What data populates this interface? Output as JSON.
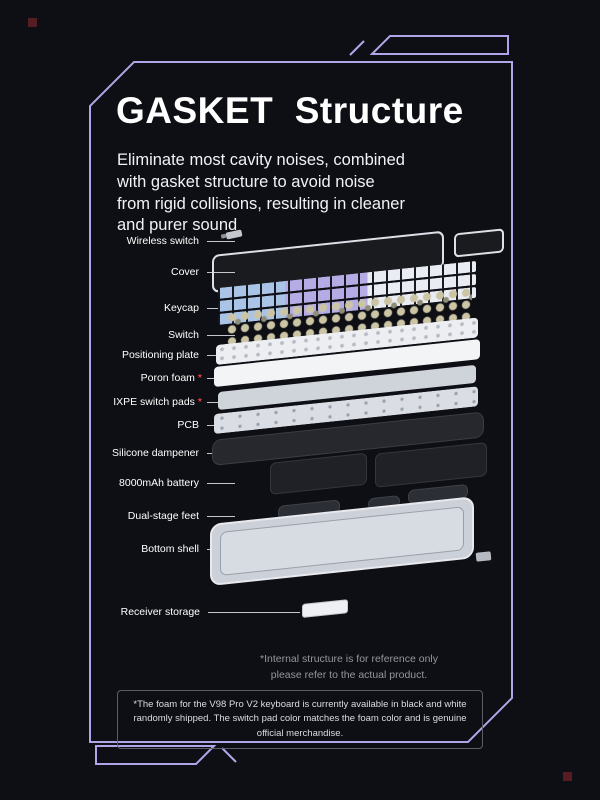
{
  "colors": {
    "accent": "#b2a4e8",
    "background": "#0e0f14",
    "asterisk_red": "#e03c3c",
    "keycap_blue": "#a9c4e6",
    "keycap_lavender": "#b5ace6",
    "keycap_white": "#e9edf3"
  },
  "header": {
    "title": "GASKET  Structure",
    "subtitle": "Eliminate most cavity noises, combined\nwith gasket structure to avoid noise\nfrom rigid collisions, resulting in cleaner\nand purer sound"
  },
  "diagram": {
    "labels": [
      {
        "label": "Wireless switch",
        "suffix": ""
      },
      {
        "label": "Cover",
        "suffix": ""
      },
      {
        "label": "Keycap",
        "suffix": ""
      },
      {
        "label": "Switch",
        "suffix": ""
      },
      {
        "label": "Positioning plate",
        "suffix": ""
      },
      {
        "label": "Poron foam",
        "suffix": "*"
      },
      {
        "label": "IXPE switch pads",
        "suffix": "*"
      },
      {
        "label": "PCB",
        "suffix": ""
      },
      {
        "label": "Silicone dampener",
        "suffix": ""
      },
      {
        "label": "8000mAh battery",
        "suffix": ""
      },
      {
        "label": "Dual-stage feet",
        "suffix": ""
      },
      {
        "label": "Bottom shell",
        "suffix": ""
      },
      {
        "label": "Receiver storage",
        "suffix": ""
      }
    ]
  },
  "footnote": {
    "line1": "*Internal structure is for reference only",
    "line2": "please refer to the actual product."
  },
  "notice": {
    "text": "*The foam for the V98 Pro V2 keyboard is currently available in black and white randomly shipped. The switch pad color matches the foam color and is genuine official merchandise."
  }
}
